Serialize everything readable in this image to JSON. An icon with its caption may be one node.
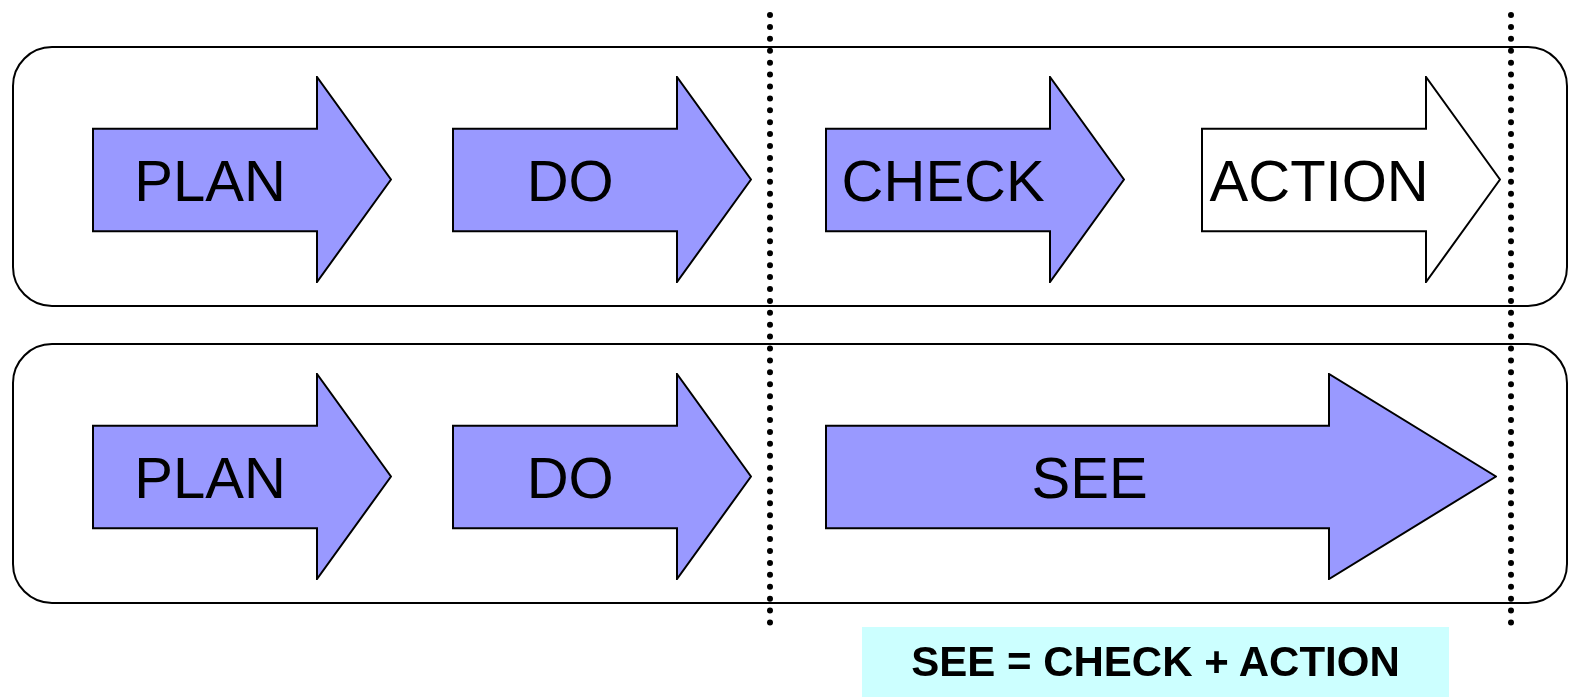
{
  "diagram": {
    "nodes": [
      {
        "text": [],
        "shape": "box"
      },
      {
        "text": [
          "PLAN"
        ],
        "in": 0
      },
      {
        "text": [
          "DO"
        ],
        "in": 0
      },
      {
        "text": [
          "CHECK"
        ],
        "in": 0
      },
      {
        "text": [
          "ACTION"
        ],
        "in": 0
      },
      {
        "text": [],
        "shape": "box"
      },
      {
        "text": [
          "PLAN"
        ],
        "in": 5
      },
      {
        "text": [
          "DO"
        ],
        "in": 5
      },
      {
        "text": [
          "SEE"
        ],
        "in": 5
      },
      {
        "text": [
          "SEE = CHECK + ACTION"
        ]
      }
    ]
  }
}
